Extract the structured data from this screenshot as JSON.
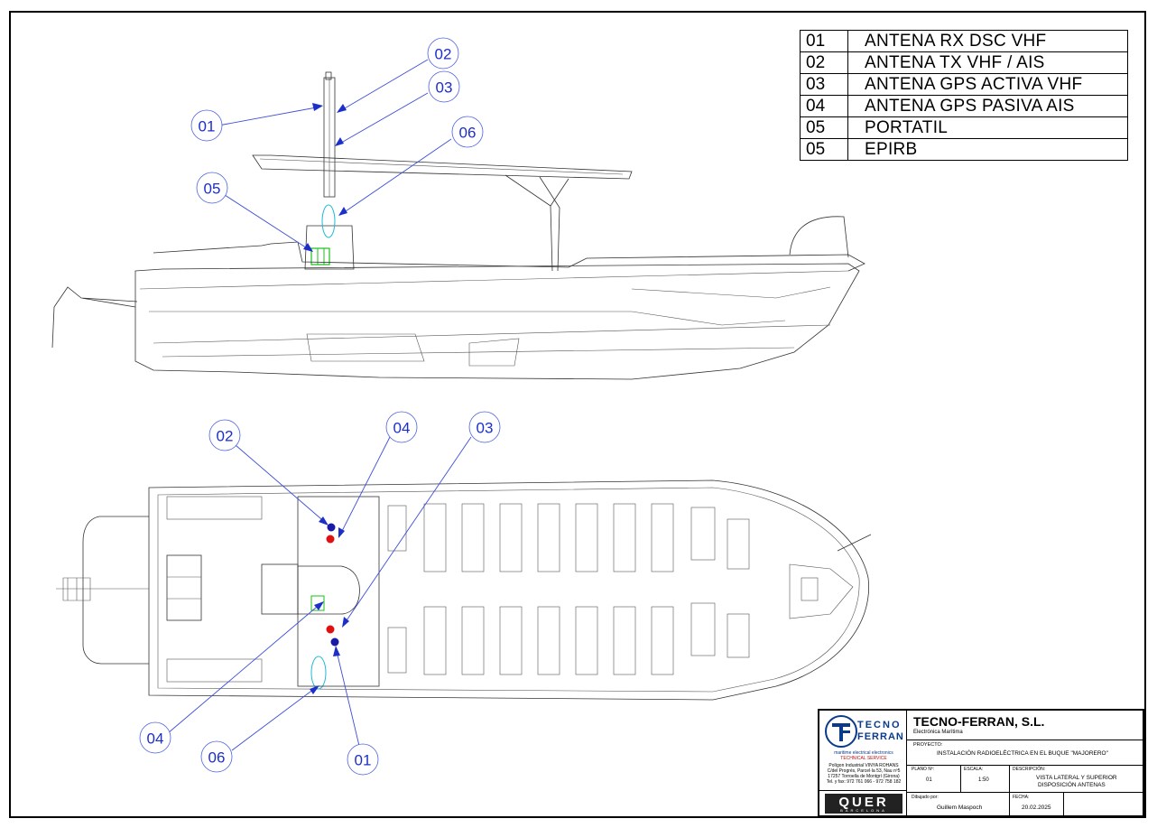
{
  "legend": [
    {
      "num": "01",
      "label": "ANTENA RX DSC VHF"
    },
    {
      "num": "02",
      "label": "ANTENA TX VHF / AIS"
    },
    {
      "num": "03",
      "label": "ANTENA GPS ACTIVA VHF"
    },
    {
      "num": "04",
      "label": "ANTENA GPS PASIVA AIS"
    },
    {
      "num": "05",
      "label": "PORTATIL"
    },
    {
      "num": "05",
      "label": "EPIRB"
    }
  ],
  "side_view_callouts": [
    "01",
    "02",
    "03",
    "06",
    "05"
  ],
  "top_view_callouts": [
    "02",
    "04",
    "03",
    "04",
    "06",
    "01"
  ],
  "title_block": {
    "logo_top": "TECNO",
    "logo_bottom": "FERRAN",
    "logo_tagline": "maritime electrical electronics",
    "logo_tagline2": "TECHNICAL SERVICE",
    "address_1": "Polígon Industrial VINYA ROHANS",
    "address_2": "C/del Progrés, Parcel·la 53, Nau nº5",
    "address_3": "17257 Torroella de Montgrí (Girona)",
    "address_4": "Tel. y fax: 972 761 066 - 972 758 182",
    "company": "TECNO-FERRAN, S.L.",
    "company_sub": "Electrónica Marítima",
    "project_label": "PROYECTO:",
    "project": "INSTALACIÓN RADIOELÉCTRICA EN EL BUQUE \"MAJORERO\"",
    "plano_label": "PLANO Nº:",
    "plano": "01",
    "escala_label": "ESCALA:",
    "escala": "1:50",
    "descripcion_label": "DESCRIPCIÓN:",
    "descripcion_1": "VISTA LATERAL Y SUPERIOR",
    "descripcion_2": "DISPOSICIÓN ANTENAS",
    "dibujado_label": "Dibujado por:",
    "dibujado": "Guillem Maspoch",
    "fecha_label": "FECHA:",
    "fecha": "20.02.2025",
    "quer_logo": "QUER",
    "quer_sub": "BARCELONA"
  },
  "colors": {
    "callout": "#1c2fc9",
    "marker_blue": "#1a1aa8",
    "marker_red": "#e01010",
    "epirb_green": "#19c119",
    "antenna_cyan": "#20b8d8"
  }
}
